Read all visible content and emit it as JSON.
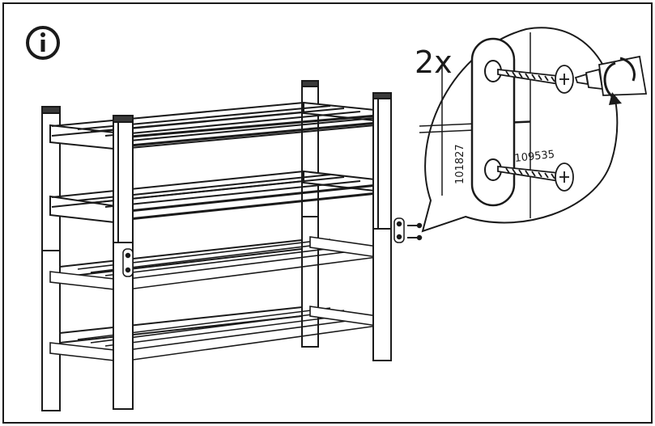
{
  "info_icon": "info-circle-icon",
  "callout": {
    "quantity": "2x",
    "part_bracket": "101827",
    "part_screw": "109535"
  },
  "colors": {
    "line": "#1a1a1a",
    "post_fill": "#ffffff",
    "post_top": "#3a3a3a",
    "sleeve": "#2a2a2a"
  }
}
